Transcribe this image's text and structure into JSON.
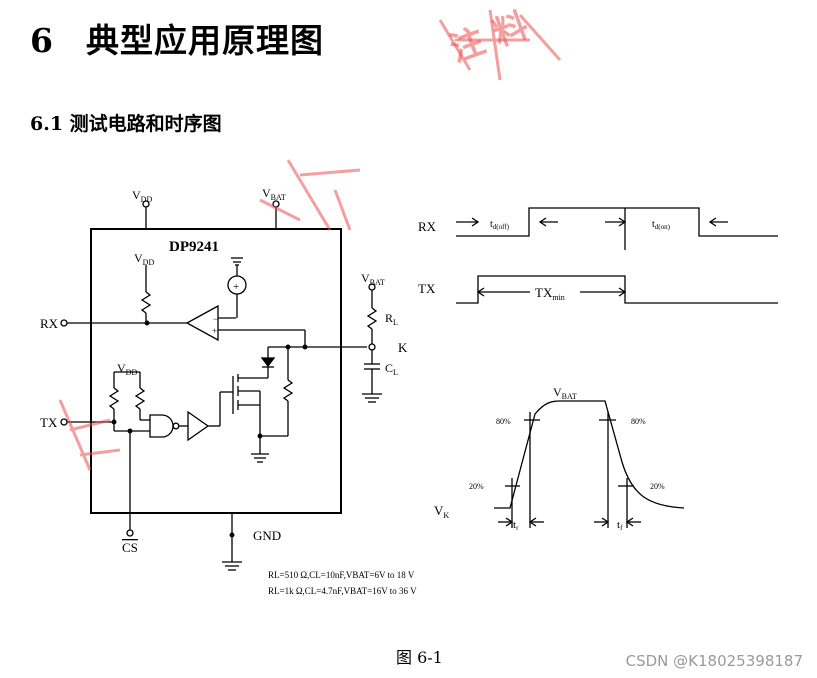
{
  "section_title": {
    "number": "6",
    "text": "典型应用原理图"
  },
  "subsection_title": "6.1 测试电路和时序图",
  "circuit": {
    "vdd": "V",
    "vdd_sub": "DD",
    "vbat": "V",
    "vbat_sub": "BAT",
    "chip": "DP9241",
    "rx": "RX",
    "tx": "TX",
    "k": "K",
    "cs": "CS",
    "gnd": "GND",
    "rl": "R",
    "rl_sub": "L",
    "cl": "C",
    "cl_sub": "L",
    "note1": "RL=510 Ω,CL=10nF,VBAT=6V to 18 V",
    "note2": "RL=1k Ω,CL=4.7nF,VBAT=16V to 36 V"
  },
  "timing": {
    "rx": "RX",
    "tx": "TX",
    "td_off": "t",
    "td_off_sub": "d(off)",
    "td_on": "t",
    "td_on_sub": "d(on)",
    "txmin": "TX",
    "txmin_sub": "min"
  },
  "edge": {
    "vbat": "V",
    "vbat_sub": "BAT",
    "vk": "V",
    "vk_sub": "K",
    "p80": "80%",
    "p20": "20%",
    "tr": "t",
    "tr_sub": "r",
    "tf": "t",
    "tf_sub": "f"
  },
  "caption": "图 6-1",
  "watermark": "CSDN @K18025398187",
  "watermark_stamp": "注 料",
  "colors": {
    "watermark": "#eb5050",
    "line": "#000000"
  }
}
